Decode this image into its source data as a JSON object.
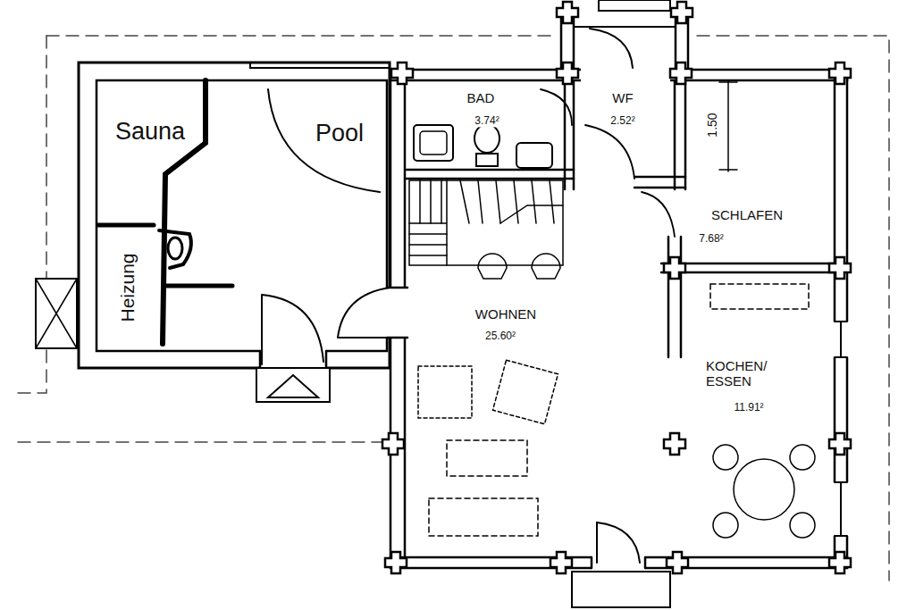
{
  "diagram": {
    "labels": [
      "Sauna",
      "Pool",
      "Heizung",
      "BAD",
      "3.74²",
      "WF",
      "2.52²",
      "1.50",
      "SCHLAFEN",
      "7.68²",
      "WOHNEN",
      "25.60²",
      "KOCHEN/ ESSEN",
      "11.91²"
    ]
  }
}
